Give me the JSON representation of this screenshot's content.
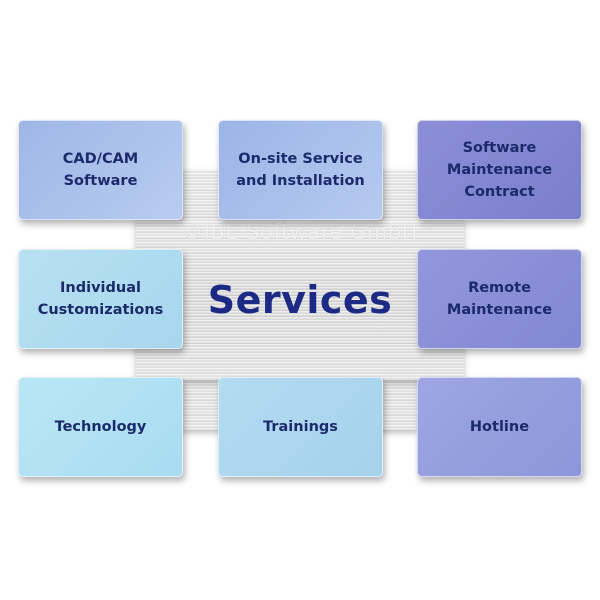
{
  "center": {
    "title": "Services",
    "watermark": "©IBE Software GmbH"
  },
  "services": {
    "cad_cam": "CAD/CAM\nSoftware",
    "onsite": "On-site Service\nand Installation",
    "maintenance_contract": "Software\nMaintenance\nContract",
    "customizations": "Individual\nCustomizations",
    "remote": "Remote\nMaintenance",
    "technology": "Technology",
    "trainings": "Trainings",
    "hotline": "Hotline"
  },
  "colors": {
    "text": "#1b2a6b",
    "title": "#1c2a86",
    "plate": "#dcdcdc"
  }
}
